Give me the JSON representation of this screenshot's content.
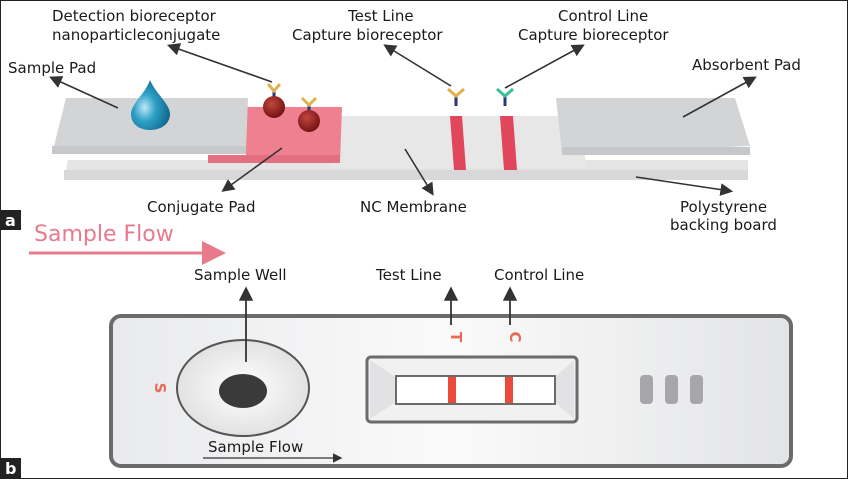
{
  "panel_a": {
    "tag": "a",
    "labels": {
      "detection_line1": "Detection bioreceptor",
      "detection_line2": "nanoparticleconjugate",
      "test_line1": "Test Line",
      "test_line2": "Capture bioreceptor",
      "control_line1": "Control Line",
      "control_line2": "Capture bioreceptor",
      "sample_pad": "Sample Pad",
      "absorbent_pad": "Absorbent Pad",
      "conjugate_pad": "Conjugate Pad",
      "nc_membrane": "NC Membrane",
      "backing_line1": "Polystyrene",
      "backing_line2": "backing board"
    },
    "flow_title": "Sample Flow"
  },
  "panel_b": {
    "tag": "b",
    "labels": {
      "sample_well": "Sample Well",
      "test_line": "Test Line",
      "control_line": "Control Line",
      "sample_flow": "Sample Flow"
    },
    "marks": {
      "sample": "S",
      "test": "T",
      "control": "C"
    }
  },
  "colors": {
    "pad_gray": "#d3d4d6",
    "membrane": "#e6e6e7",
    "conjugate_pad": "#ee8090",
    "line_red": "#e0475a",
    "cassette_line": "#ea4a3a",
    "flow_pink": "#e87a8c",
    "drop_blue": "#1f8fb5",
    "nanoparticle": "#8e1c1c",
    "antibody_yellow": "#e0b24a",
    "antibody_green": "#3bbf9a",
    "antibody_stem": "#2a3580"
  }
}
